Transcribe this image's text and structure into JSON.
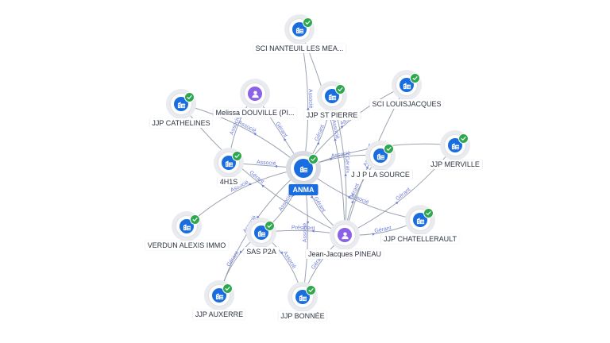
{
  "center": {
    "id": "anma",
    "label": "ANMA",
    "type": "company",
    "icon": "building-icon"
  },
  "colors": {
    "company": "#1a6dde",
    "person": "#8b61e8",
    "verified": "#2ea84e",
    "edge": "#8a93a3",
    "edge_label": "#6b7bd8"
  },
  "nodes": [
    {
      "id": "nanteuil",
      "label": "SCI NANTEUIL LES MEA...",
      "type": "company",
      "verified": true
    },
    {
      "id": "melissa",
      "label": "Melissa DOUVILLE (PI...",
      "type": "person",
      "verified": false
    },
    {
      "id": "stpierre",
      "label": "JJP ST PIERRE",
      "type": "company",
      "verified": true
    },
    {
      "id": "louisjacques",
      "label": "SCI LOUISJACQUES",
      "type": "company",
      "verified": true
    },
    {
      "id": "cathelines",
      "label": "JJP CATHELINES",
      "type": "company",
      "verified": true
    },
    {
      "id": "merville",
      "label": "JJP MERVILLE",
      "type": "company",
      "verified": true
    },
    {
      "id": "h1s",
      "label": "4H1S",
      "type": "company",
      "verified": true
    },
    {
      "id": "lasource",
      "label": "J J P LA SOURCE",
      "type": "company",
      "verified": true
    },
    {
      "id": "verdun",
      "label": "VERDUN ALEXIS IMMO",
      "type": "company",
      "verified": true
    },
    {
      "id": "chatellerault",
      "label": "JJP CHATELLERAULT",
      "type": "company",
      "verified": true
    },
    {
      "id": "sasp2a",
      "label": "SAS P2A",
      "type": "company",
      "verified": true
    },
    {
      "id": "pineau",
      "label": "Jean-Jacques PINEAU",
      "type": "person",
      "verified": false
    },
    {
      "id": "auxerre",
      "label": "JJP AUXERRE",
      "type": "company",
      "verified": true
    },
    {
      "id": "bonnee",
      "label": "JJP BONNÉE",
      "type": "company",
      "verified": true
    }
  ],
  "edges": [
    {
      "from": "anma",
      "to": "nanteuil",
      "label": "Associé"
    },
    {
      "from": "anma",
      "to": "melissa",
      "label": "Gérant"
    },
    {
      "from": "anma",
      "to": "stpierre",
      "label": "Gérant"
    },
    {
      "from": "anma",
      "to": "louisjacques",
      "label": "Associé"
    },
    {
      "from": "anma",
      "to": "cathelines",
      "label": "Associé"
    },
    {
      "from": "anma",
      "to": "merville",
      "label": "Associé"
    },
    {
      "from": "anma",
      "to": "h1s",
      "label": "Associé"
    },
    {
      "from": "anma",
      "to": "lasource",
      "label": "Associé"
    },
    {
      "from": "anma",
      "to": "verdun",
      "label": "Associé"
    },
    {
      "from": "anma",
      "to": "chatellerault",
      "label": "Associé"
    },
    {
      "from": "anma",
      "to": "sasp2a",
      "label": "Associé"
    },
    {
      "from": "anma",
      "to": "pineau",
      "label": "Gérant"
    },
    {
      "from": "anma",
      "to": "auxerre",
      "label": "Associé"
    },
    {
      "from": "anma",
      "to": "bonnee",
      "label": "Associé"
    },
    {
      "from": "pineau",
      "to": "sasp2a",
      "label": "Président"
    },
    {
      "from": "pineau",
      "to": "stpierre",
      "label": "Gérant"
    },
    {
      "from": "pineau",
      "to": "lasource",
      "label": "Gérant"
    },
    {
      "from": "pineau",
      "to": "chatellerault",
      "label": "Gérant"
    },
    {
      "from": "pineau",
      "to": "merville",
      "label": "Gérant"
    },
    {
      "from": "pineau",
      "to": "louisjacques",
      "label": "Associé"
    },
    {
      "from": "pineau",
      "to": "bonnee",
      "label": "Gérant"
    },
    {
      "from": "pineau",
      "to": "cathelines",
      "label": "Gérant"
    },
    {
      "from": "pineau",
      "to": "nanteuil",
      "label": "Associé"
    },
    {
      "from": "sasp2a",
      "to": "auxerre",
      "label": "Gérant"
    },
    {
      "from": "sasp2a",
      "to": "bonnee",
      "label": "Associé"
    },
    {
      "from": "melissa",
      "to": "h1s",
      "label": "Associé"
    }
  ]
}
